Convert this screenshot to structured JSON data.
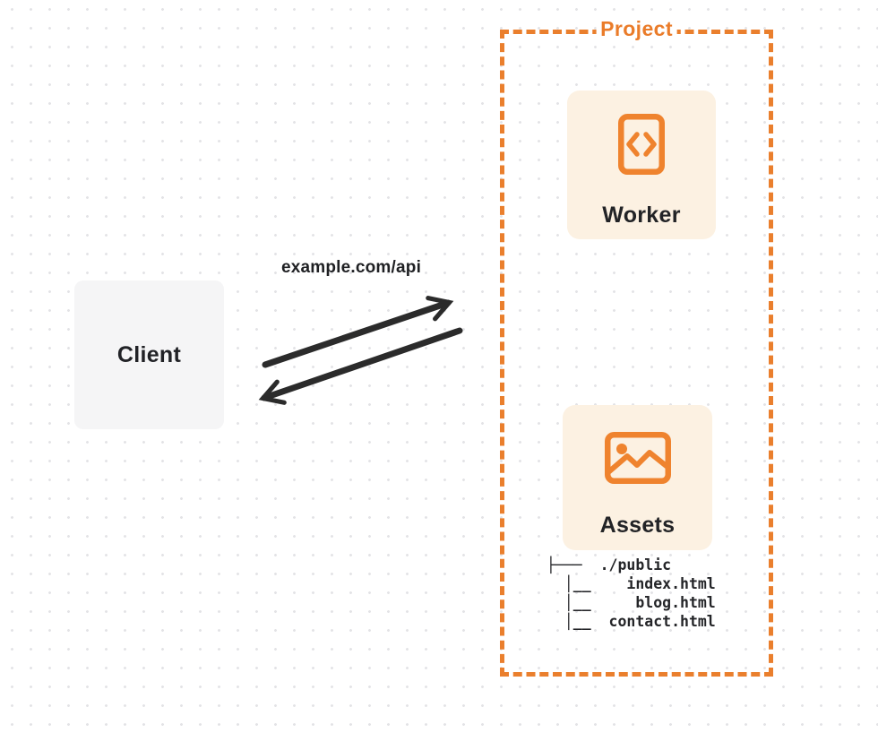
{
  "diagram": {
    "client": {
      "label": "Client"
    },
    "connection": {
      "url_label": "example.com/api",
      "arrows": [
        "client-to-project-arrow",
        "project-to-client-arrow"
      ]
    },
    "project": {
      "label": "Project",
      "worker": {
        "label": "Worker",
        "icon": "code-document-icon"
      },
      "assets": {
        "label": "Assets",
        "icon": "image-icon"
      },
      "file_tree": {
        "lines": [
          "├───  ./public",
          "  │__    index.html",
          "  │__     blog.html",
          "  │__  contact.html"
        ]
      }
    },
    "colors": {
      "accent_orange": "#EA7F2D",
      "panel_cream": "#FCF1E2",
      "client_gray": "#F5F5F6",
      "text_dark": "#222326",
      "arrow_dark": "#2B2B2B",
      "dot_grid": "#E3E3E6"
    }
  }
}
